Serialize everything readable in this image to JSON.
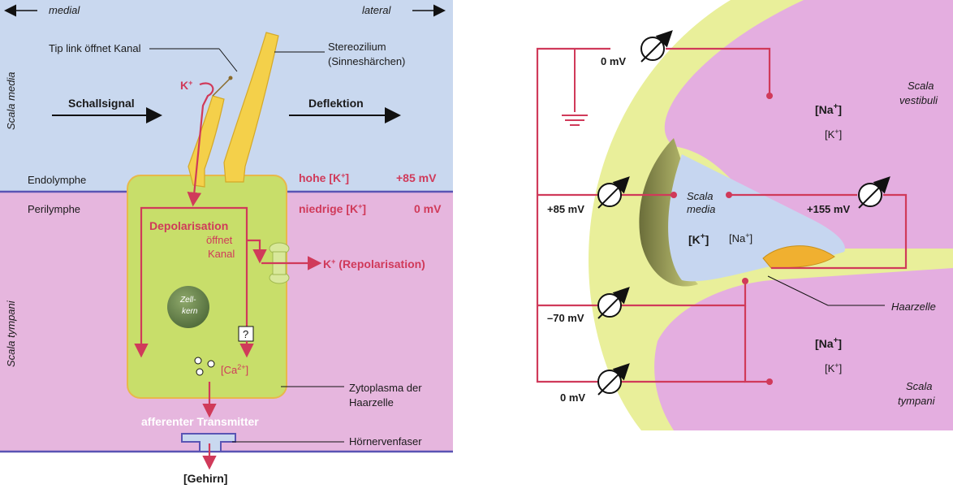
{
  "left_panel": {
    "medial_label": "medial",
    "lateral_label": "lateral",
    "scala_media_label": "Scala media",
    "scala_tympani_label": "Scala tympani",
    "tip_link_label": "Tip link öffnet Kanal",
    "stereocilium_label_1": "Stereozilium",
    "stereocilium_label_2": "(Sinneshärchen)",
    "k_ion": "K",
    "k_sup": "+",
    "schallsignal": "Schallsignal",
    "deflektion": "Deflektion",
    "endolymphe": "Endolymphe",
    "perilymphe": "Perilymphe",
    "hohe_k": "hohe [K",
    "hohe_k_end": "]",
    "plus_85": "+85 mV",
    "niedrige_k": "niedrige [K",
    "niedrige_k_end": "]",
    "zero_mv": "0 mV",
    "depolarisation": "Depolarisation",
    "oeffnet": "öffnet",
    "kanal": "Kanal",
    "k_repol_pre": "K",
    "k_repol_post": " (Repolarisation)",
    "zellkern_1": "Zell-",
    "zellkern_2": "kern",
    "question": "?",
    "ca": "[Ca",
    "ca_sup": "2+",
    "ca_end": "]",
    "zytoplasma_1": "Zytoplasma der",
    "zytoplasma_2": "Haarzelle",
    "afferent": "afferenter Transmitter",
    "hoernerv": "Hörnervenfaser",
    "gehirn": "[Gehirn]"
  },
  "right_panel": {
    "v_top": "0 mV",
    "v_plus85": "+85 mV",
    "v_plus155": "+155 mV",
    "v_minus70": "–70 mV",
    "v_bottom": "0 mV",
    "scala_vestibuli_1": "Scala",
    "scala_vestibuli_2": "vestibuli",
    "scala_media_1": "Scala",
    "scala_media_2": "media",
    "scala_tympani_1": "Scala",
    "scala_tympani_2": "tympani",
    "na_ion": "[Na",
    "na_end": "]",
    "k_ion": "[K",
    "k_end": "]",
    "plus": "+",
    "haarzelle": "Haarzelle"
  },
  "colors": {
    "endolymph_bg": "#c9d8ef",
    "perilymph_bg": "#e6b6de",
    "cell_fill": "#c8de6a",
    "cilia_fill": "#f4d04a",
    "accent_red": "#d03a5a",
    "boundary_blue": "#5a54b4",
    "bone_yellow": "#e9ef9a",
    "scala_pink": "#e4aee0",
    "media_blue": "#c6d6f0"
  }
}
